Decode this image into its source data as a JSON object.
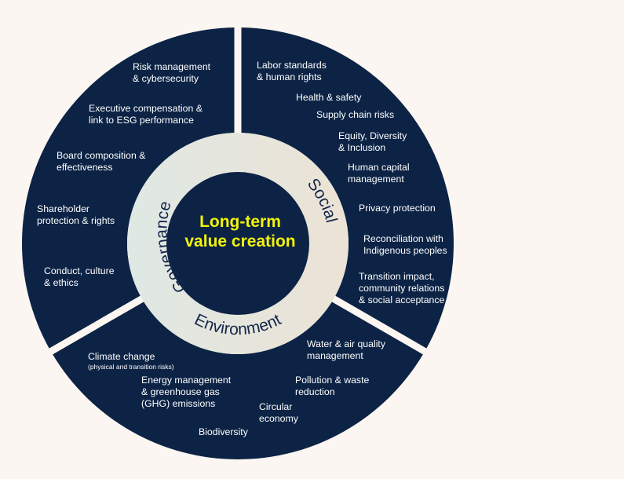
{
  "colors": {
    "background": "#fbf6f1",
    "segment": "#0c2345",
    "ring_left": "#dfe8e4",
    "ring_right": "#ece3d5",
    "center_text": "#f2f20a",
    "ring_text": "#14264a",
    "label_text": "#ffffff"
  },
  "center": {
    "title": "Long-term\nvalue creation"
  },
  "ring": {
    "governance": "Governance",
    "social": "Social",
    "environment": "Environment"
  },
  "governance": {
    "items": [
      "Risk management\n& cybersecurity",
      "Executive compensation &\nlink to ESG performance",
      "Board composition &\neffectiveness",
      "Shareholder\nprotection & rights",
      "Conduct, culture\n& ethics"
    ]
  },
  "social": {
    "items": [
      "Labor standards\n& human rights",
      "Health & safety",
      "Supply chain risks",
      "Equity, Diversity\n& Inclusion",
      "Human capital\nmanagement",
      "Privacy protection",
      "Reconciliation with\nIndigenous peoples",
      "Transition impact,\ncommunity relations\n& social acceptance"
    ]
  },
  "environment": {
    "climate_label": "Climate change",
    "climate_note": "(physical and transition risks)",
    "items": [
      "Energy management\n& greenhouse gas\n(GHG) emissions",
      "Biodiversity",
      "Circular\neconomy",
      "Pollution & waste\nreduction",
      "Water & air quality\nmanagement"
    ]
  }
}
